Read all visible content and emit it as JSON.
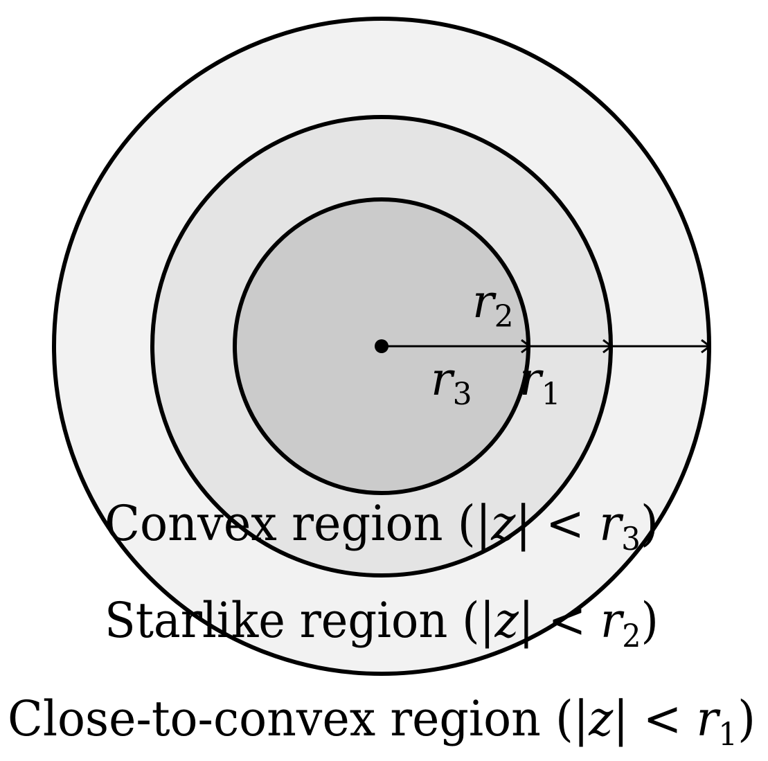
{
  "regions": [
    {
      "id": "close-to-convex",
      "fill": "#f2f2f2",
      "text": "Close-to-convex region (",
      "var": "z",
      "rel": " < ",
      "r": "r",
      "sub": "1",
      "close": ")"
    },
    {
      "id": "starlike",
      "fill": "#e4e4e4",
      "text": "Starlike region (",
      "var": "z",
      "rel": " < ",
      "r": "r",
      "sub": "2",
      "close": ")"
    },
    {
      "id": "convex",
      "fill": "#cbcbcb",
      "text": "Convex region (",
      "var": "z",
      "rel": " < ",
      "r": "r",
      "sub": "3",
      "close": ")"
    }
  ],
  "radii": [
    {
      "name": "r",
      "sub": "1"
    },
    {
      "name": "r",
      "sub": "2"
    },
    {
      "name": "r",
      "sub": "3"
    }
  ],
  "colors": {
    "stroke": "#000000"
  }
}
